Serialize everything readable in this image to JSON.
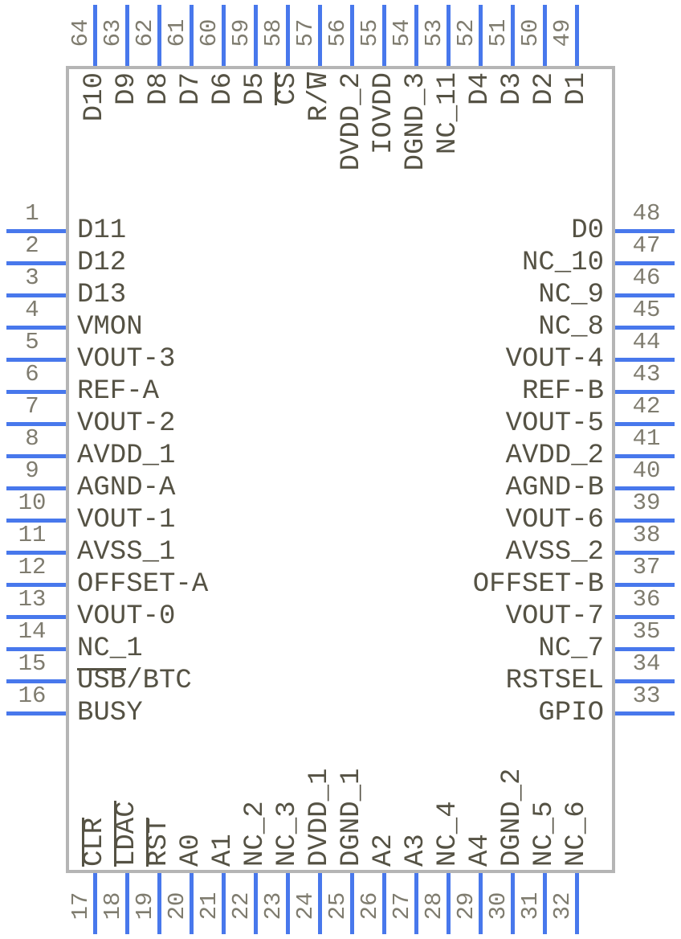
{
  "diagram": {
    "type": "integrated-circuit-pinout",
    "package": "64-pin quad flat package symbol",
    "pin_count": 64,
    "colors": {
      "pin_lead": "#4878EC",
      "body_border": "#B5B5B5",
      "pin_name": "#555244",
      "pin_number": "#7F7C6F",
      "background": "#FFFFFF"
    },
    "sides": {
      "top": {
        "order": "pins 64 to 49, left to right",
        "pins": [
          {
            "num": "64",
            "name": "D10"
          },
          {
            "num": "63",
            "name": "D9"
          },
          {
            "num": "62",
            "name": "D8"
          },
          {
            "num": "61",
            "name": "D7"
          },
          {
            "num": "60",
            "name": "D6"
          },
          {
            "num": "59",
            "name": "D5"
          },
          {
            "num": "58",
            "name": "CS",
            "parts": [
              {
                "t": "CS",
                "bar": true
              }
            ]
          },
          {
            "num": "57",
            "name": "R/W",
            "parts": [
              {
                "t": "R/",
                "bar": false
              },
              {
                "t": "W",
                "bar": true
              }
            ]
          },
          {
            "num": "56",
            "name": "DVDD_2"
          },
          {
            "num": "55",
            "name": "IOVDD"
          },
          {
            "num": "54",
            "name": "DGND_3"
          },
          {
            "num": "53",
            "name": "NC_11"
          },
          {
            "num": "52",
            "name": "D4"
          },
          {
            "num": "51",
            "name": "D3"
          },
          {
            "num": "50",
            "name": "D2"
          },
          {
            "num": "49",
            "name": "D1"
          }
        ]
      },
      "left": {
        "order": "pins 1 to 16, top to bottom",
        "pins": [
          {
            "num": "1",
            "name": "D11"
          },
          {
            "num": "2",
            "name": "D12"
          },
          {
            "num": "3",
            "name": "D13"
          },
          {
            "num": "4",
            "name": "VMON"
          },
          {
            "num": "5",
            "name": "VOUT-3"
          },
          {
            "num": "6",
            "name": "REF-A"
          },
          {
            "num": "7",
            "name": "VOUT-2"
          },
          {
            "num": "8",
            "name": "AVDD_1"
          },
          {
            "num": "9",
            "name": "AGND-A"
          },
          {
            "num": "10",
            "name": "VOUT-1"
          },
          {
            "num": "11",
            "name": "AVSS_1"
          },
          {
            "num": "12",
            "name": "OFFSET-A"
          },
          {
            "num": "13",
            "name": "VOUT-0"
          },
          {
            "num": "14",
            "name": "NC_1"
          },
          {
            "num": "15",
            "name": "USB/BTC",
            "parts": [
              {
                "t": "USB",
                "bar": true
              },
              {
                "t": "/BTC",
                "bar": false
              }
            ]
          },
          {
            "num": "16",
            "name": "BUSY"
          }
        ]
      },
      "right": {
        "order": "pins 48 to 33, top to bottom",
        "pins": [
          {
            "num": "48",
            "name": "D0"
          },
          {
            "num": "47",
            "name": "NC_10"
          },
          {
            "num": "46",
            "name": "NC_9"
          },
          {
            "num": "45",
            "name": "NC_8"
          },
          {
            "num": "44",
            "name": "VOUT-4"
          },
          {
            "num": "43",
            "name": "REF-B"
          },
          {
            "num": "42",
            "name": "VOUT-5"
          },
          {
            "num": "41",
            "name": "AVDD_2"
          },
          {
            "num": "40",
            "name": "AGND-B"
          },
          {
            "num": "39",
            "name": "VOUT-6"
          },
          {
            "num": "38",
            "name": "AVSS_2"
          },
          {
            "num": "37",
            "name": "OFFSET-B"
          },
          {
            "num": "36",
            "name": "VOUT-7"
          },
          {
            "num": "35",
            "name": "NC_7"
          },
          {
            "num": "34",
            "name": "RSTSEL"
          },
          {
            "num": "33",
            "name": "GPIO"
          }
        ]
      },
      "bottom": {
        "order": "pins 17 to 32, left to right",
        "pins": [
          {
            "num": "17",
            "name": "CLR",
            "parts": [
              {
                "t": "CLR",
                "bar": true
              }
            ]
          },
          {
            "num": "18",
            "name": "LDAC",
            "parts": [
              {
                "t": "LDAC",
                "bar": true
              }
            ]
          },
          {
            "num": "19",
            "name": "RST",
            "parts": [
              {
                "t": "RST",
                "bar": true
              }
            ]
          },
          {
            "num": "20",
            "name": "A0"
          },
          {
            "num": "21",
            "name": "A1"
          },
          {
            "num": "22",
            "name": "NC_2"
          },
          {
            "num": "23",
            "name": "NC_3"
          },
          {
            "num": "24",
            "name": "DVDD_1"
          },
          {
            "num": "25",
            "name": "DGND_1"
          },
          {
            "num": "26",
            "name": "A2"
          },
          {
            "num": "27",
            "name": "A3"
          },
          {
            "num": "28",
            "name": "NC_4"
          },
          {
            "num": "29",
            "name": "A4"
          },
          {
            "num": "30",
            "name": "DGND_2"
          },
          {
            "num": "31",
            "name": "NC_5"
          },
          {
            "num": "32",
            "name": "NC_6"
          }
        ]
      }
    }
  }
}
